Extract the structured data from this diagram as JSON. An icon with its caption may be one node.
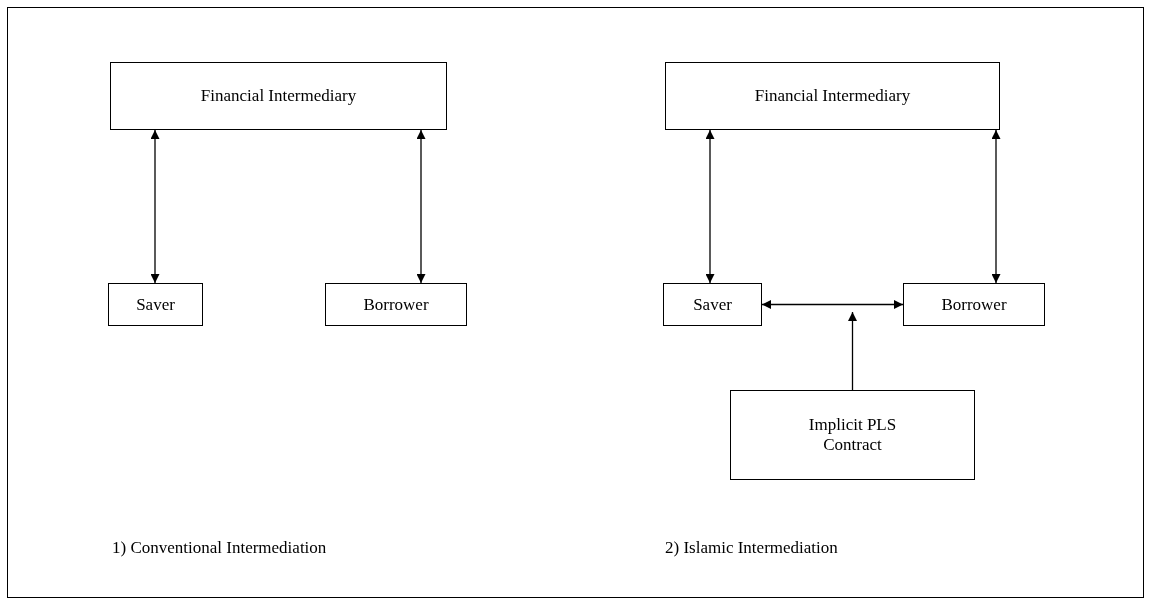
{
  "diagram": {
    "nodes": [
      {
        "text": [
          "Financial Intermediary"
        ]
      },
      {
        "text": [
          "Financial Intermediary"
        ]
      },
      {
        "text": [
          "Saver"
        ]
      },
      {
        "text": [
          "Borrower"
        ]
      },
      {
        "text": [
          "Saver"
        ]
      },
      {
        "text": [
          "Borrower"
        ]
      },
      {
        "text": [
          "Implicit PLS Contract"
        ]
      }
    ],
    "edges": [
      {
        "from": 0,
        "to": 2,
        "arrow": "both"
      },
      {
        "from": 0,
        "to": 3,
        "arrow": "both"
      },
      {
        "from": 1,
        "to": 4,
        "arrow": "both"
      },
      {
        "from": 1,
        "to": 5,
        "arrow": "both"
      },
      {
        "from": 4,
        "to": 5,
        "arrow": "both"
      },
      {
        "from": 6,
        "to": null,
        "arrow": "to"
      }
    ],
    "labels": [
      "1) Conventional Intermediation",
      "2) Islamic Intermediation"
    ]
  }
}
